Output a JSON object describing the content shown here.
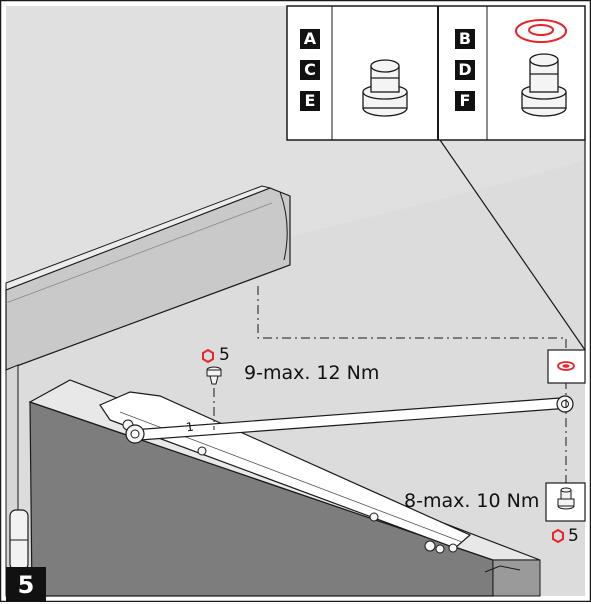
{
  "step_number": "5",
  "legend": {
    "left_letters": [
      "A",
      "C",
      "E"
    ],
    "right_letters": [
      "B",
      "D",
      "F"
    ]
  },
  "labels": {
    "torque_top": "9-max. 12 Nm",
    "torque_bottom": "8-max. 10 Nm",
    "wrench_top": "5",
    "wrench_bottom": "5",
    "arm_number": "1"
  },
  "colors": {
    "accent": "#e5242b",
    "wall": "#dcdcdc",
    "door_face": "#7d7d7d",
    "frame": "#c9c9c9",
    "outline": "#1a1a1a"
  }
}
